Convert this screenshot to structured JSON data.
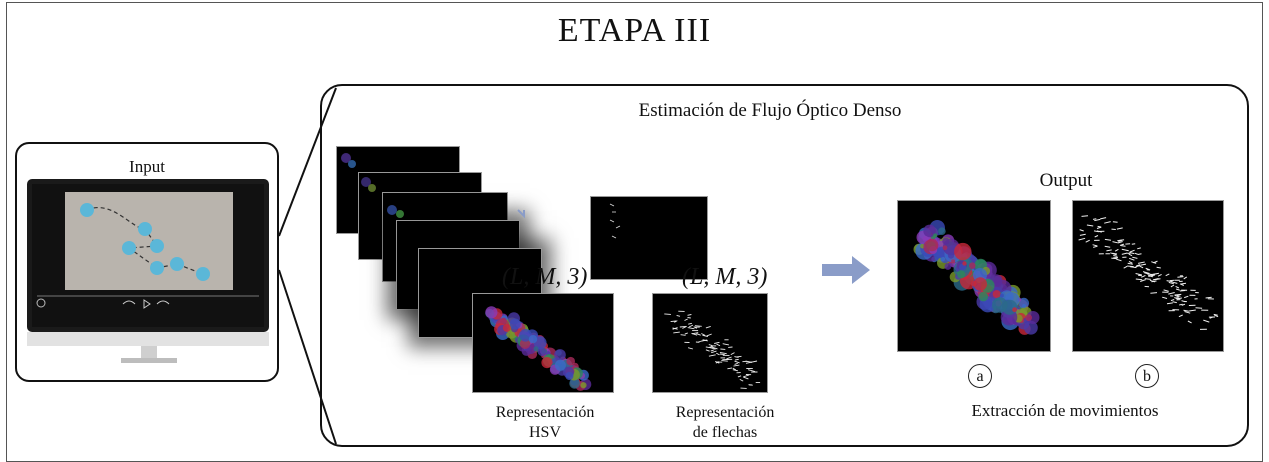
{
  "title": "ETAPA III",
  "input": {
    "label": "Input"
  },
  "flow": {
    "title": "Estimación de Flujo Óptico Denso"
  },
  "hsv": {
    "tuple": "(L, M, 3)",
    "label_line1": "Representación",
    "label_line2": "HSV"
  },
  "arrows": {
    "tuple": "(L, M, 3)",
    "label_line1": "Representación",
    "label_line2": "de flechas"
  },
  "output": {
    "label": "Output",
    "marker_a": "a",
    "marker_b": "b",
    "caption": "Extracción de movimientos"
  },
  "colors": {
    "accent_arrow": "#8a9cc8",
    "node": "#5bb7d8",
    "frame_bg": "#000000"
  }
}
